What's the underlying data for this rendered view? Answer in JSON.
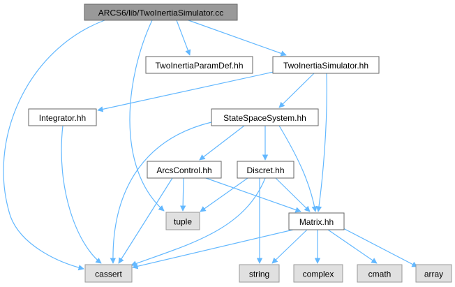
{
  "colors": {
    "edge": "#63b8ff",
    "node_border": "#666666",
    "node_fill": "#ffffff",
    "root_fill": "#999999",
    "system_fill": "#e0e0e0",
    "system_border": "#999999"
  },
  "nodes": [
    {
      "id": "root",
      "label": "ARCS6/lib/TwoInertiaSimulator.cc",
      "kind": "root"
    },
    {
      "id": "paramdef",
      "label": "TwoInertiaParamDef.hh",
      "kind": "file"
    },
    {
      "id": "simhh",
      "label": "TwoInertiaSimulator.hh",
      "kind": "file"
    },
    {
      "id": "integrator",
      "label": "Integrator.hh",
      "kind": "file"
    },
    {
      "id": "statespace",
      "label": "StateSpaceSystem.hh",
      "kind": "file"
    },
    {
      "id": "arcscontrol",
      "label": "ArcsControl.hh",
      "kind": "file"
    },
    {
      "id": "discret",
      "label": "Discret.hh",
      "kind": "file"
    },
    {
      "id": "tuple",
      "label": "tuple",
      "kind": "system"
    },
    {
      "id": "matrix",
      "label": "Matrix.hh",
      "kind": "file"
    },
    {
      "id": "cassert",
      "label": "cassert",
      "kind": "system"
    },
    {
      "id": "string",
      "label": "string",
      "kind": "system"
    },
    {
      "id": "complex",
      "label": "complex",
      "kind": "system"
    },
    {
      "id": "cmath",
      "label": "cmath",
      "kind": "system"
    },
    {
      "id": "array",
      "label": "array",
      "kind": "system"
    }
  ],
  "edges": [
    {
      "from": "root",
      "to": "paramdef"
    },
    {
      "from": "root",
      "to": "simhh"
    },
    {
      "from": "root",
      "to": "tuple"
    },
    {
      "from": "root",
      "to": "cassert"
    },
    {
      "from": "simhh",
      "to": "integrator"
    },
    {
      "from": "simhh",
      "to": "statespace"
    },
    {
      "from": "simhh",
      "to": "matrix"
    },
    {
      "from": "integrator",
      "to": "cassert"
    },
    {
      "from": "statespace",
      "to": "arcscontrol"
    },
    {
      "from": "statespace",
      "to": "discret"
    },
    {
      "from": "statespace",
      "to": "matrix"
    },
    {
      "from": "statespace",
      "to": "cassert"
    },
    {
      "from": "arcscontrol",
      "to": "tuple"
    },
    {
      "from": "arcscontrol",
      "to": "matrix"
    },
    {
      "from": "arcscontrol",
      "to": "cassert"
    },
    {
      "from": "discret",
      "to": "tuple"
    },
    {
      "from": "discret",
      "to": "matrix"
    },
    {
      "from": "discret",
      "to": "string"
    },
    {
      "from": "discret",
      "to": "cassert"
    },
    {
      "from": "matrix",
      "to": "cassert"
    },
    {
      "from": "matrix",
      "to": "string"
    },
    {
      "from": "matrix",
      "to": "complex"
    },
    {
      "from": "matrix",
      "to": "cmath"
    },
    {
      "from": "matrix",
      "to": "array"
    }
  ]
}
